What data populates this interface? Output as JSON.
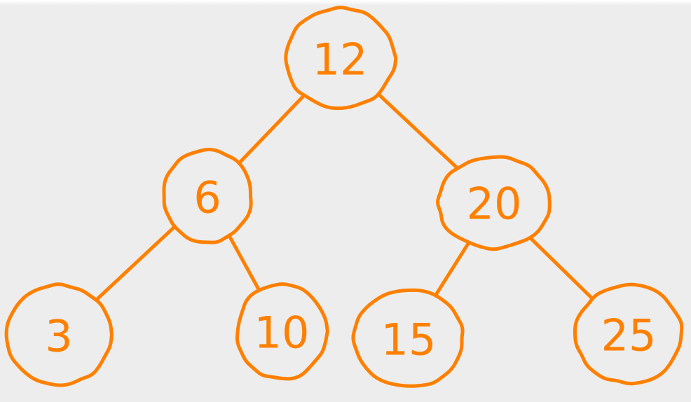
{
  "tree": {
    "stroke_color": "#ff8000",
    "nodes": [
      {
        "id": "n12",
        "label": "12"
      },
      {
        "id": "n6",
        "label": "6"
      },
      {
        "id": "n20",
        "label": "20"
      },
      {
        "id": "n3",
        "label": "3"
      },
      {
        "id": "n10",
        "label": "10"
      },
      {
        "id": "n15",
        "label": "15"
      },
      {
        "id": "n25",
        "label": "25"
      }
    ],
    "edges": [
      {
        "from": "n12",
        "to": "n6"
      },
      {
        "from": "n12",
        "to": "n20"
      },
      {
        "from": "n6",
        "to": "n3"
      },
      {
        "from": "n6",
        "to": "n10"
      },
      {
        "from": "n20",
        "to": "n15"
      },
      {
        "from": "n20",
        "to": "n25"
      }
    ]
  }
}
